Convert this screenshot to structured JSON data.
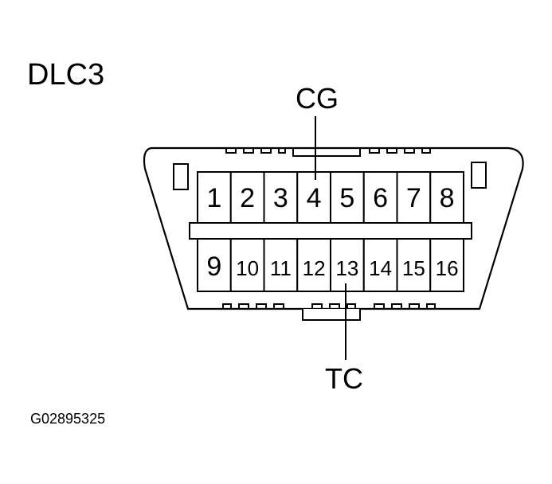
{
  "title": "DLC3",
  "callouts": {
    "top": {
      "label": "CG",
      "pin": "4"
    },
    "bottom": {
      "label": "TC",
      "pin": "13"
    }
  },
  "pins": {
    "top_row": [
      "1",
      "2",
      "3",
      "4",
      "5",
      "6",
      "7",
      "8"
    ],
    "bottom_row": [
      "9",
      "10",
      "11",
      "12",
      "13",
      "14",
      "15",
      "16"
    ]
  },
  "figure_code": "G02895325"
}
